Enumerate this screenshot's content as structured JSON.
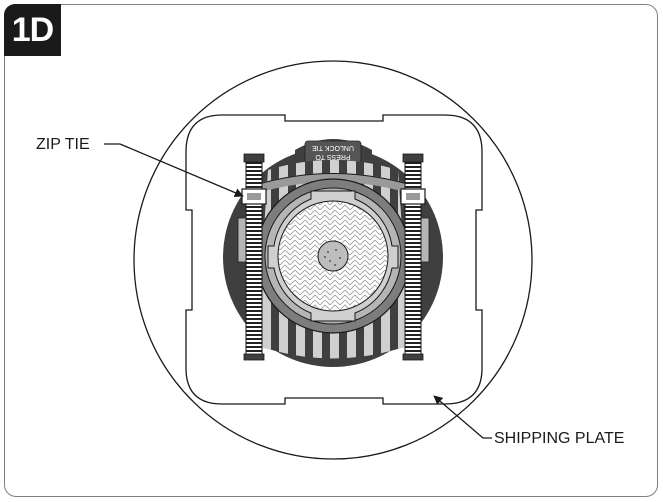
{
  "step": {
    "label": "1D"
  },
  "callouts": {
    "zip_tie": "ZIP TIE",
    "shipping_plate": "SHIPPING PLATE"
  },
  "stamp": {
    "line1": "PRESS TO",
    "line2": "UNLOCK TIE"
  },
  "colors": {
    "dark_gray": "#3f3f3f",
    "mid_gray": "#7d7d7d",
    "light_gray": "#b5b5b5",
    "outline": "#1a1a1a",
    "badge": "#1a1a1a"
  },
  "icons": {
    "arrow": "arrowhead"
  }
}
